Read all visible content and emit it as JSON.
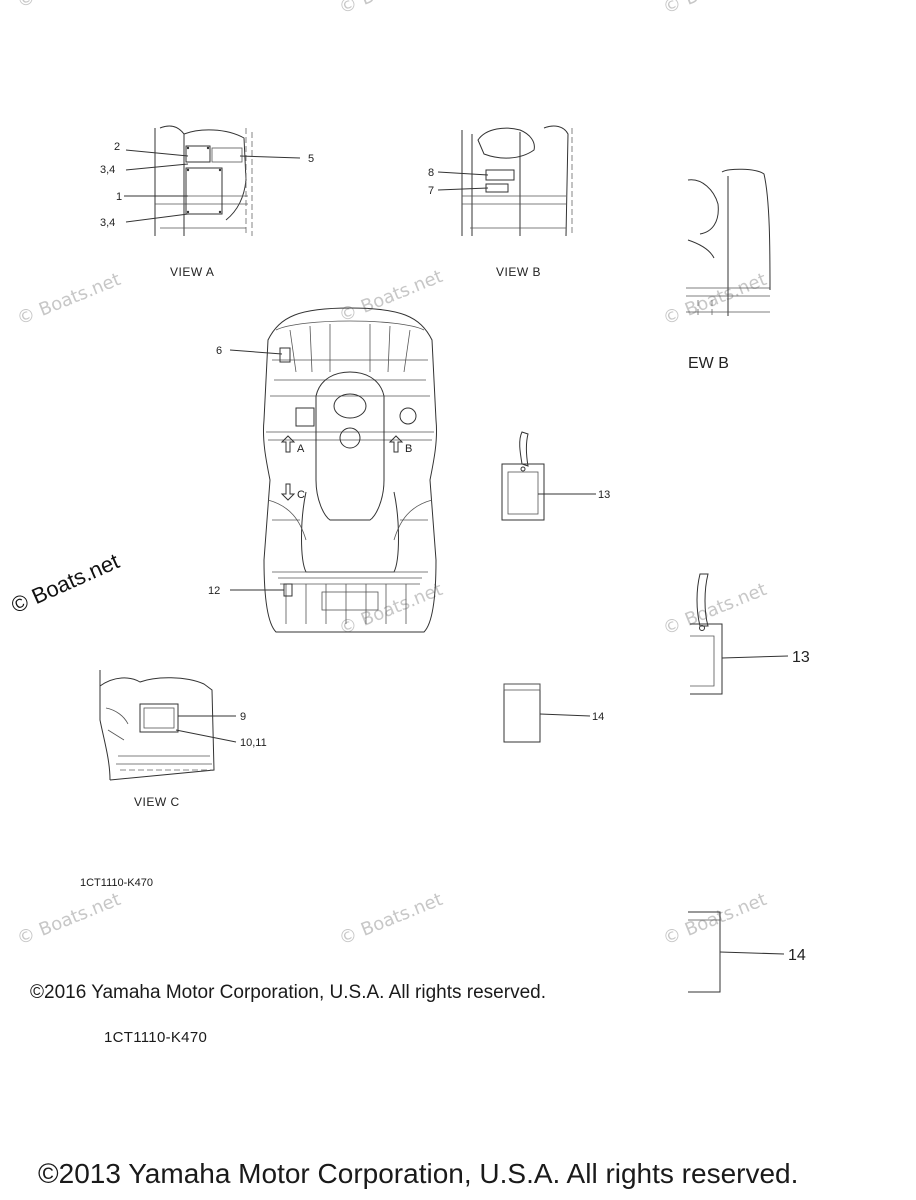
{
  "watermark": "© Boats.net",
  "view_labels": {
    "a": "VIEW A",
    "b": "VIEW B",
    "c": "VIEW C",
    "b_crop": "EW B"
  },
  "view_a_callouts": {
    "c2": "2",
    "c34_top": "3,4",
    "c1": "1",
    "c34_bottom": "3,4",
    "c5": "5"
  },
  "view_b_callouts": {
    "c8": "8",
    "c7": "7"
  },
  "vehicle_callouts": {
    "c6": "6",
    "c12": "12",
    "arrow_a": "A",
    "arrow_b": "B",
    "arrow_c": "C"
  },
  "tag_callouts": {
    "c13": "13",
    "c14": "14",
    "c13_crop": "13",
    "c14_crop": "14"
  },
  "view_c_callouts": {
    "c9": "9",
    "c1011": "10,11"
  },
  "part_code_small": "1CT1110-K470",
  "part_code": "1CT1110-K470",
  "copyright_2016": "©2016 Yamaha Motor Corporation, U.S.A. All rights reserved.",
  "copyright_2013": "©2013 Yamaha Motor Corporation, U.S.A. All rights reserved."
}
